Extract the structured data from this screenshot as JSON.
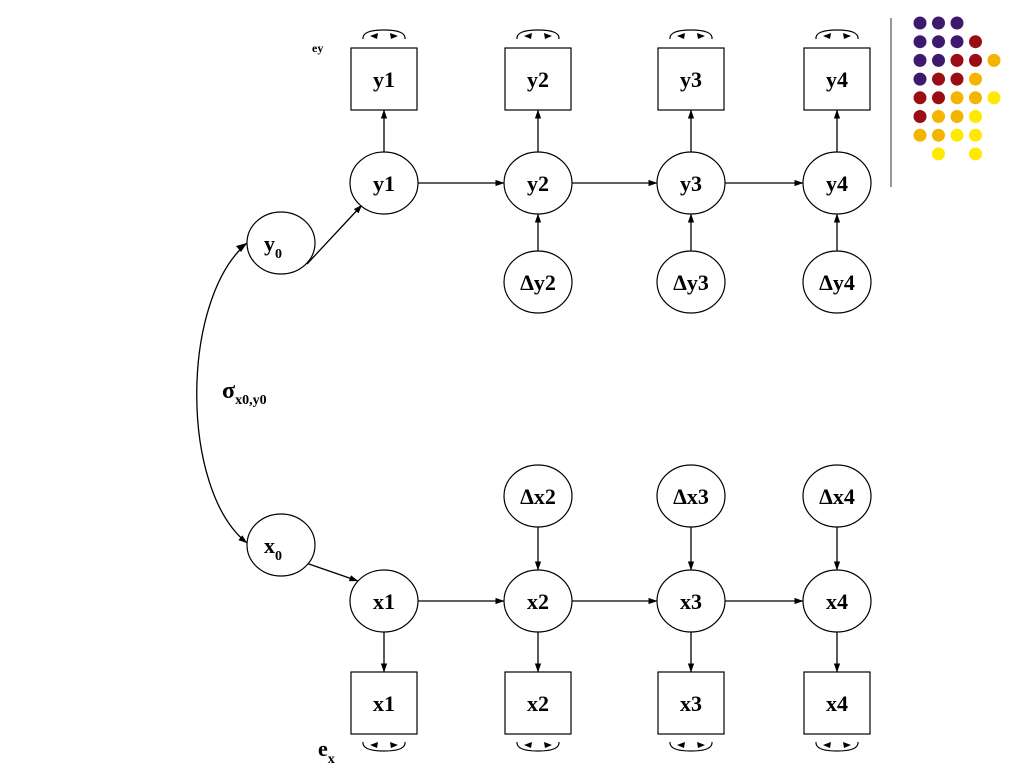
{
  "diagram": {
    "labels": {
      "ey": "ey",
      "ex_base": "e",
      "ex_sub": "x",
      "sigma_base": "σ",
      "sigma_sub": "x0,y0"
    },
    "y_observed": [
      "y1",
      "y2",
      "y3",
      "y4"
    ],
    "y_latent": [
      "y1",
      "y2",
      "y3",
      "y4"
    ],
    "y_change": [
      "Δy2",
      "Δy3",
      "Δy4"
    ],
    "y_initial": {
      "base": "y",
      "sub": "0"
    },
    "x_observed": [
      "x1",
      "x2",
      "x3",
      "x4"
    ],
    "x_latent": [
      "x1",
      "x2",
      "x3",
      "x4"
    ],
    "x_change": [
      "Δx2",
      "Δx3",
      "Δx4"
    ],
    "x_initial": {
      "base": "x",
      "sub": "0"
    }
  },
  "decoration": {
    "dot_colors": {
      "purple": "#3d1a6e",
      "red": "#9b0d14",
      "orange": "#f5b400",
      "yellow": "#ffe900"
    },
    "dot_rows": [
      [
        "purple",
        "purple",
        "purple"
      ],
      [
        "purple",
        "purple",
        "purple",
        "red"
      ],
      [
        "purple",
        "purple",
        "red",
        "red",
        "orange"
      ],
      [
        "purple",
        "red",
        "red",
        "orange"
      ],
      [
        "red",
        "red",
        "orange",
        "orange",
        "yellow"
      ],
      [
        "red",
        "orange",
        "orange",
        "yellow"
      ],
      [
        "orange",
        "orange",
        "yellow",
        "yellow"
      ],
      [
        "yellow",
        "yellow"
      ]
    ]
  }
}
